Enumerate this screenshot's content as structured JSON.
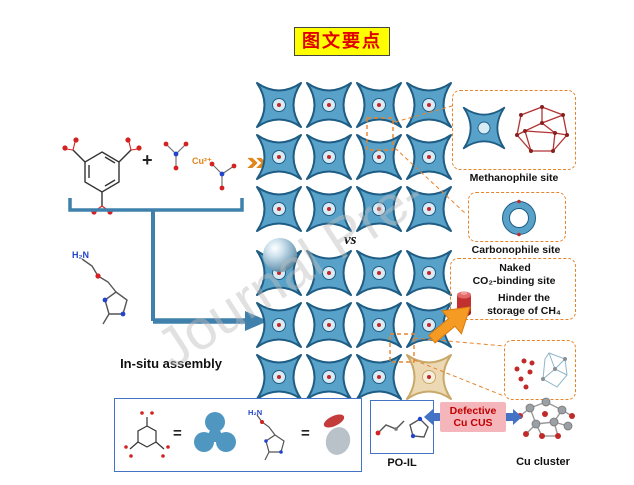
{
  "title": "图文要点",
  "watermark": "Journal Pre-",
  "reaction": {
    "plus": "+",
    "cu_label": "Cu²⁺",
    "chevron": "»",
    "amine_label": "H₂N"
  },
  "vs_label": "vs",
  "assembly_label": "In-situ assembly",
  "panels": {
    "methanophile": "Methanophile site",
    "carbonophile": "Carbonophile site",
    "naked_line1": "Naked",
    "naked_line2": "CO₂-binding site",
    "hinder_line1": "Hinder the",
    "hinder_line2": "storage of CH₄"
  },
  "bottom": {
    "defective_line1": "Defective",
    "defective_line2": "Cu CUS",
    "po_il_label": "PO-IL",
    "cu_cluster_label": "Cu cluster"
  },
  "legend": {
    "equals_first": "=",
    "equals_second": "=",
    "amine_label": "H₂N"
  },
  "colors": {
    "accent_orange": "#e8832a",
    "mof_blue": "#58a2ca",
    "highlight_yellow": "#ffff00",
    "title_red": "#e00000",
    "defective_pink": "#f5b6bb",
    "box_blue": "#4472c4"
  }
}
